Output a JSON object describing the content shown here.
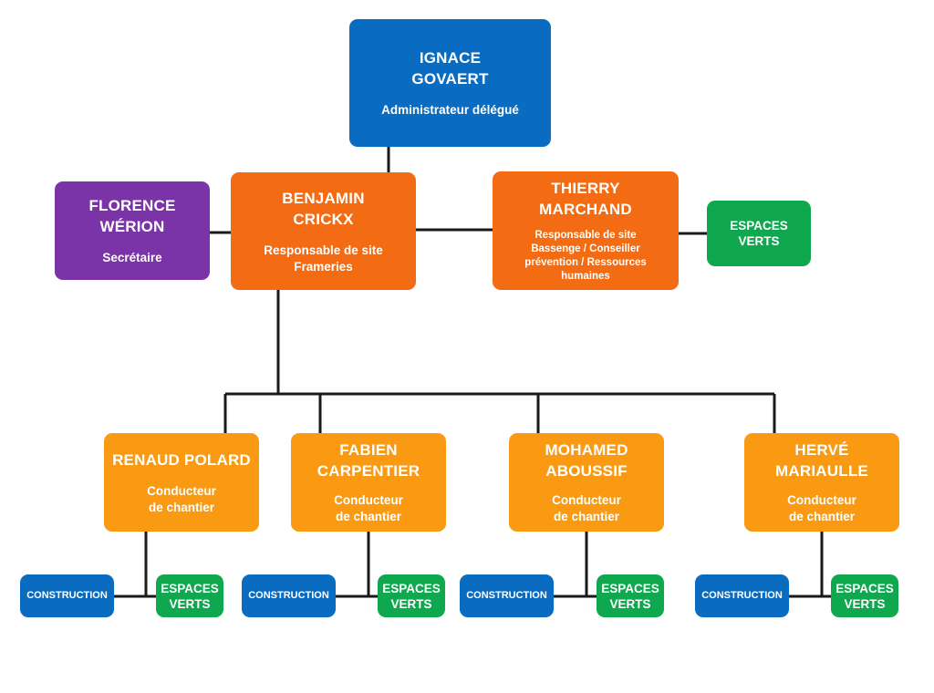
{
  "colors": {
    "director": "#0a6cc1",
    "site_manager": "#f36b12",
    "secretary": "#7b33a8",
    "site_supervisor": "#f99a12",
    "espaces_verts": "#10a84e",
    "construction": "#0a6cc1",
    "connector": "#1a1a1a"
  },
  "director": {
    "name_1": "IGNACE",
    "name_2": "GOVAERT",
    "role": "Administrateur délégué"
  },
  "secretary": {
    "name_1": "FLORENCE",
    "name_2": "WÉRION",
    "role": "Secrétaire"
  },
  "site_frameries": {
    "name_1": "BENJAMIN",
    "name_2": "CRICKX",
    "role_1": "Responsable de site",
    "role_2": "Frameries"
  },
  "site_bassenge": {
    "name_1": "THIERRY",
    "name_2": "MARCHAND",
    "role_1": "Responsable de site",
    "role_2": "Bassenge / Conseiller",
    "role_3": "prévention / Ressources",
    "role_4": "humaines"
  },
  "bassenge_dept": {
    "line_1": "ESPACES",
    "line_2": "VERTS"
  },
  "supervisors": [
    {
      "name_1": "RENAUD POLARD",
      "name_2": "",
      "role_1": "Conducteur",
      "role_2": "de chantier"
    },
    {
      "name_1": "FABIEN",
      "name_2": "CARPENTIER",
      "role_1": "Conducteur",
      "role_2": "de chantier"
    },
    {
      "name_1": "MOHAMED",
      "name_2": "ABOUSSIF",
      "role_1": "Conducteur",
      "role_2": "de chantier"
    },
    {
      "name_1": "HERVÉ",
      "name_2": "MARIAULLE",
      "role_1": "Conducteur",
      "role_2": "de chantier"
    }
  ],
  "departments": {
    "construction": "CONSTRUCTION",
    "espaces_verts_1": "ESPACES",
    "espaces_verts_2": "VERTS"
  }
}
